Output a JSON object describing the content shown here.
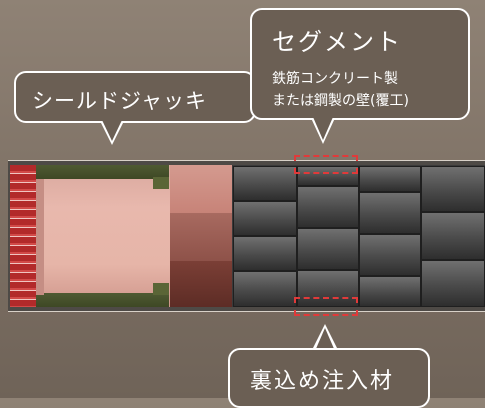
{
  "labels": {
    "shield_jack": "シールドジャッキ",
    "segment_title": "セグメント",
    "segment_desc_line1": "鉄筋コンクリート製",
    "segment_desc_line2": "または鋼製の壁(覆工)",
    "backfill": "裏込め注入材"
  },
  "colors": {
    "background": "#8f8275",
    "callout_fill": "#6b5f54",
    "highlight_dash": "#e03a3a",
    "shield": "#e6b5a8",
    "segment": "#4a4a4a"
  }
}
